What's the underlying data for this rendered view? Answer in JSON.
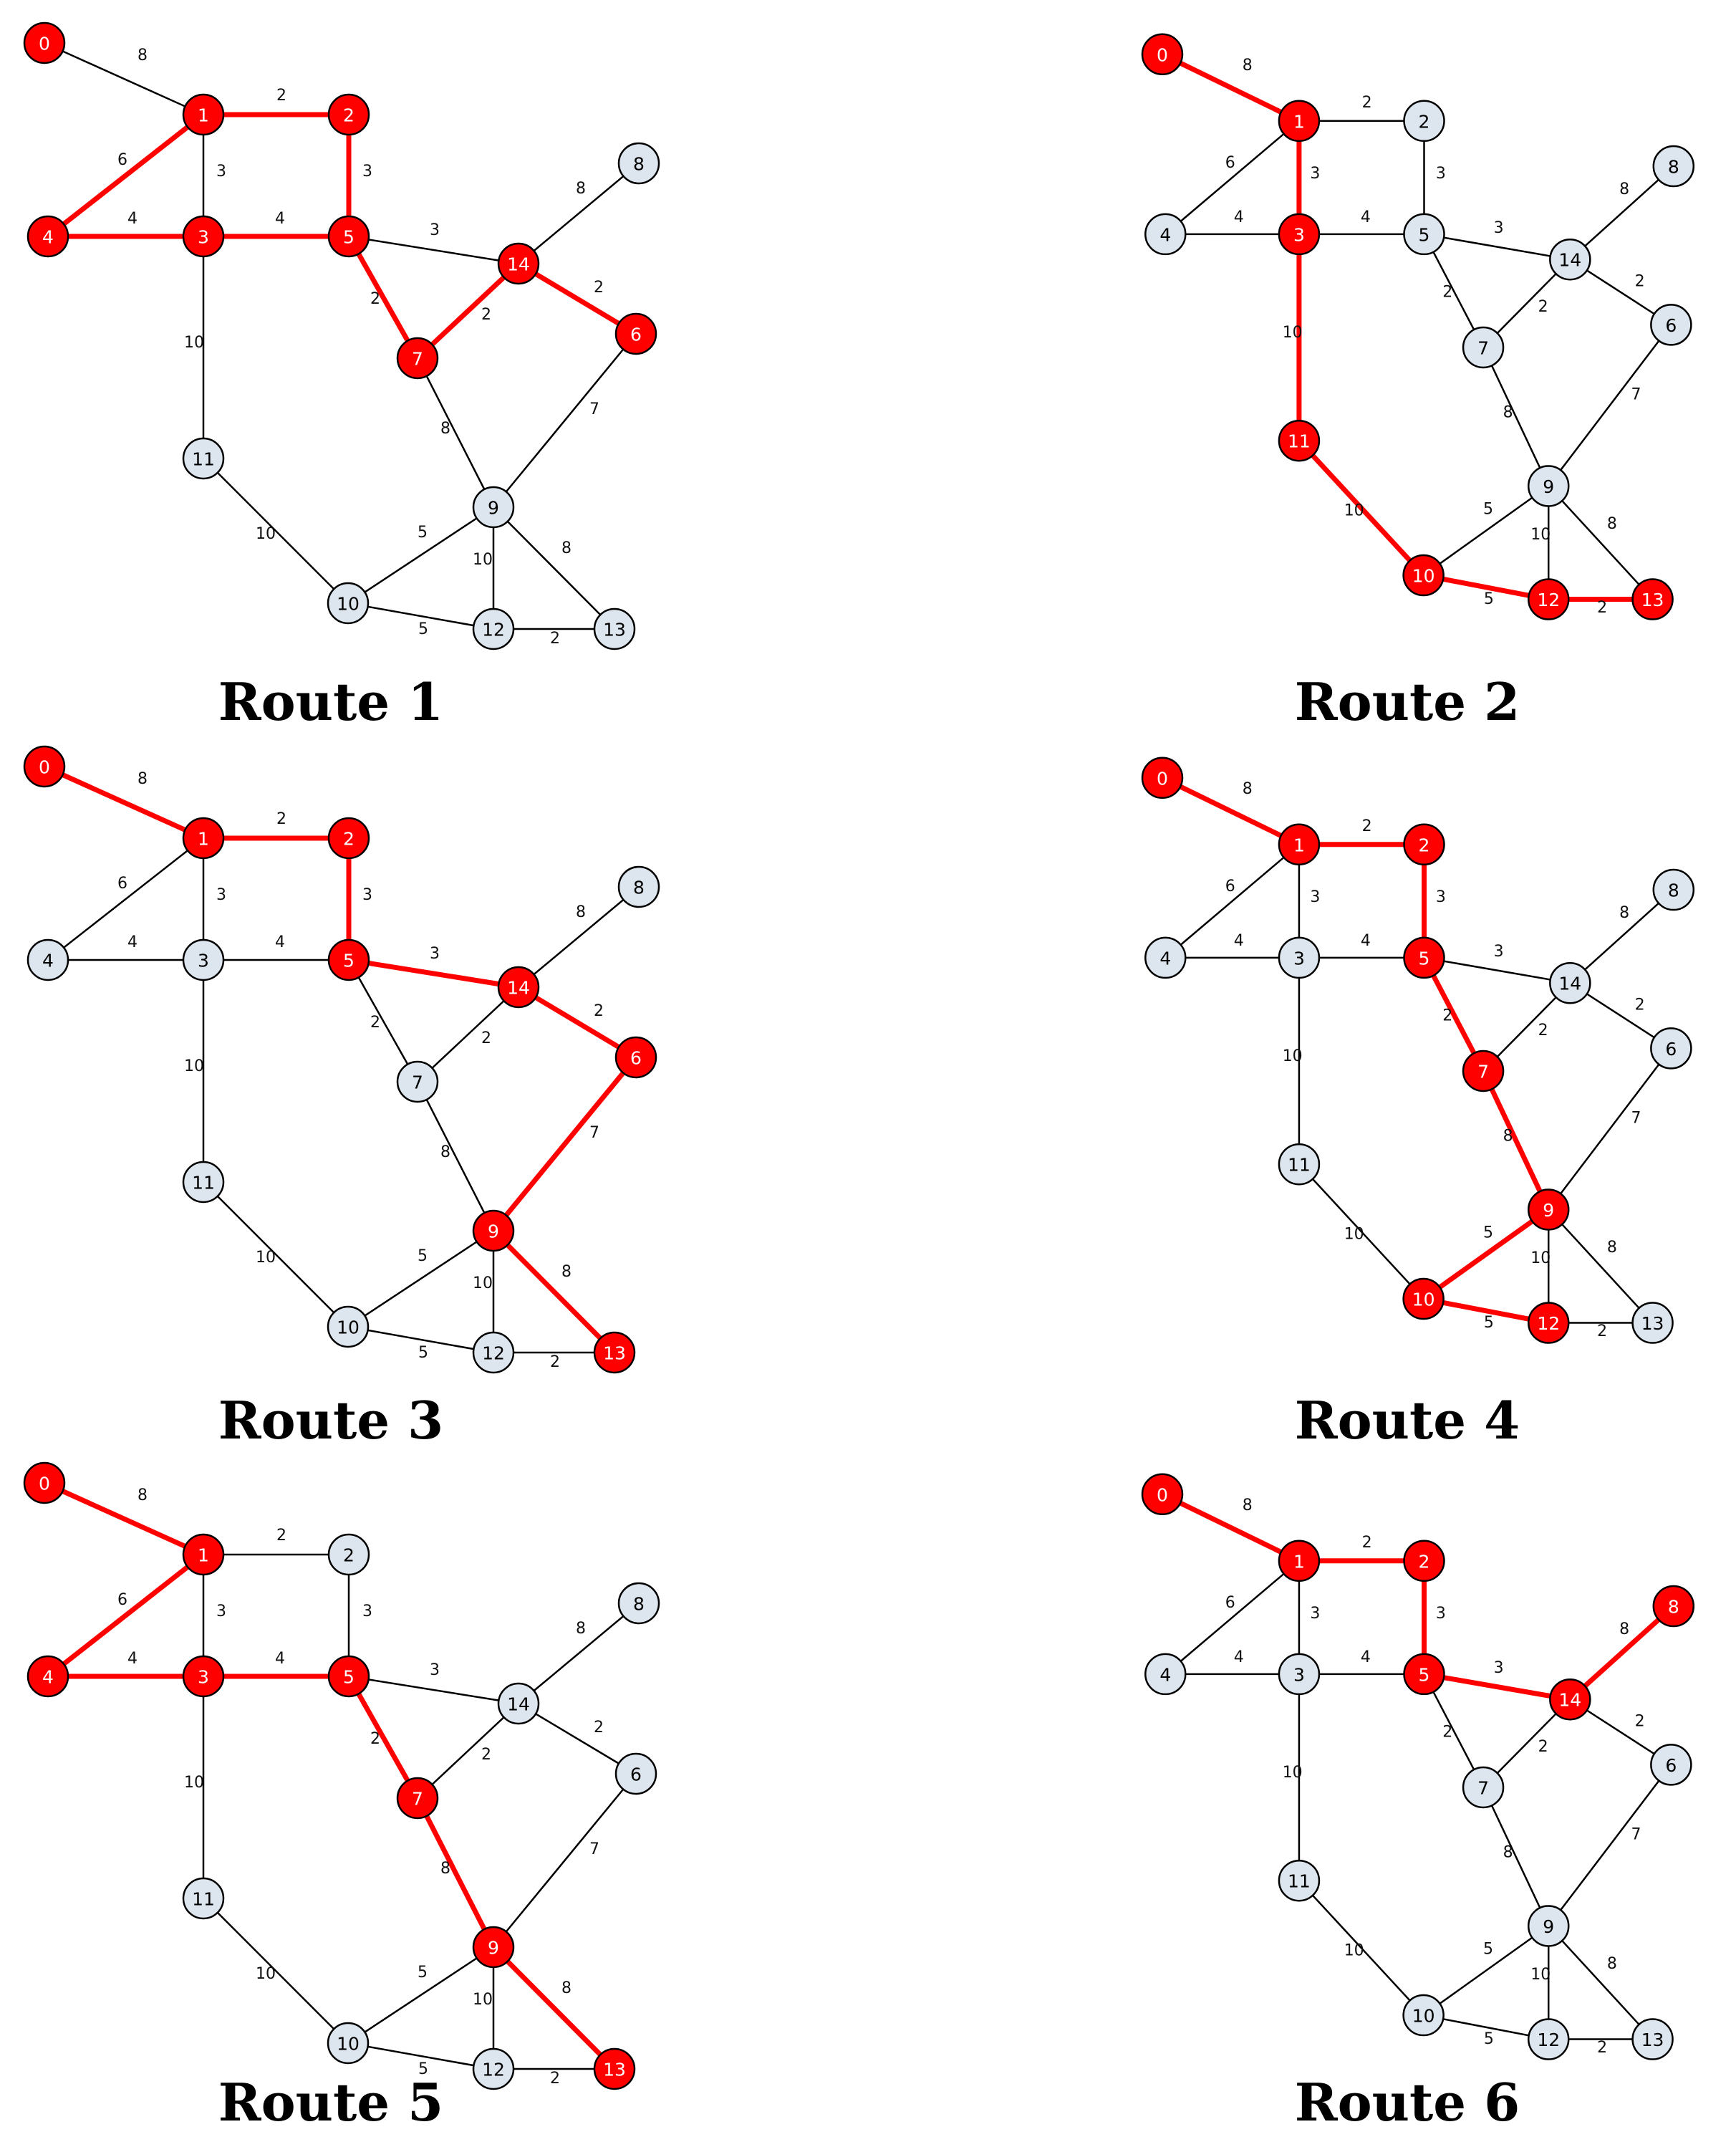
{
  "colors": {
    "highlight": "#ff0000",
    "node_default": "#dde6ee",
    "edge_default": "#000000",
    "node_text_default": "#000000",
    "node_text_highlight": "#ffffff",
    "background": "#ffffff"
  },
  "graph": {
    "nodes": [
      "0",
      "1",
      "2",
      "3",
      "4",
      "5",
      "6",
      "7",
      "8",
      "9",
      "10",
      "11",
      "12",
      "13",
      "14"
    ],
    "edges": [
      {
        "from": "0",
        "to": "1",
        "weight": "8"
      },
      {
        "from": "1",
        "to": "2",
        "weight": "2"
      },
      {
        "from": "1",
        "to": "3",
        "weight": "3"
      },
      {
        "from": "1",
        "to": "4",
        "weight": "6"
      },
      {
        "from": "2",
        "to": "5",
        "weight": "3"
      },
      {
        "from": "3",
        "to": "4",
        "weight": "4"
      },
      {
        "from": "3",
        "to": "5",
        "weight": "4"
      },
      {
        "from": "3",
        "to": "11",
        "weight": "10"
      },
      {
        "from": "5",
        "to": "14",
        "weight": "3"
      },
      {
        "from": "5",
        "to": "7",
        "weight": "2"
      },
      {
        "from": "14",
        "to": "8",
        "weight": "8"
      },
      {
        "from": "14",
        "to": "6",
        "weight": "2"
      },
      {
        "from": "14",
        "to": "7",
        "weight": "2"
      },
      {
        "from": "7",
        "to": "9",
        "weight": "8"
      },
      {
        "from": "6",
        "to": "9",
        "weight": "7"
      },
      {
        "from": "11",
        "to": "10",
        "weight": "10"
      },
      {
        "from": "9",
        "to": "10",
        "weight": "5"
      },
      {
        "from": "9",
        "to": "12",
        "weight": "10"
      },
      {
        "from": "9",
        "to": "13",
        "weight": "8"
      },
      {
        "from": "10",
        "to": "12",
        "weight": "5"
      },
      {
        "from": "12",
        "to": "13",
        "weight": "2"
      }
    ]
  },
  "routes": [
    {
      "title": "Route 1",
      "path": [
        "0",
        "1",
        "2",
        "5",
        "3",
        "4",
        "1"
      ],
      "highlight_nodes": [
        "0",
        "1",
        "2",
        "3",
        "4",
        "5",
        "7",
        "14",
        "6"
      ],
      "highlight_edges": [
        [
          "1",
          "2"
        ],
        [
          "2",
          "5"
        ],
        [
          "1",
          "4"
        ],
        [
          "3",
          "4"
        ],
        [
          "3",
          "5"
        ],
        [
          "5",
          "7"
        ],
        [
          "7",
          "14"
        ],
        [
          "14",
          "6"
        ]
      ]
    },
    {
      "title": "Route 2",
      "highlight_nodes": [
        "0",
        "1",
        "3",
        "11",
        "10",
        "12",
        "13"
      ],
      "highlight_edges": [
        [
          "0",
          "1"
        ],
        [
          "1",
          "3"
        ],
        [
          "3",
          "11"
        ],
        [
          "11",
          "10"
        ],
        [
          "10",
          "12"
        ],
        [
          "12",
          "13"
        ]
      ]
    },
    {
      "title": "Route 3",
      "highlight_nodes": [
        "0",
        "1",
        "2",
        "5",
        "14",
        "6",
        "9",
        "13"
      ],
      "highlight_edges": [
        [
          "0",
          "1"
        ],
        [
          "1",
          "2"
        ],
        [
          "2",
          "5"
        ],
        [
          "5",
          "14"
        ],
        [
          "14",
          "6"
        ],
        [
          "6",
          "9"
        ],
        [
          "9",
          "13"
        ]
      ]
    },
    {
      "title": "Route 4",
      "highlight_nodes": [
        "0",
        "1",
        "2",
        "5",
        "7",
        "9",
        "10",
        "12"
      ],
      "highlight_edges": [
        [
          "0",
          "1"
        ],
        [
          "1",
          "2"
        ],
        [
          "2",
          "5"
        ],
        [
          "5",
          "7"
        ],
        [
          "7",
          "9"
        ],
        [
          "9",
          "10"
        ],
        [
          "10",
          "12"
        ]
      ]
    },
    {
      "title": "Route 5",
      "highlight_nodes": [
        "0",
        "1",
        "4",
        "3",
        "5",
        "7",
        "9",
        "13"
      ],
      "highlight_edges": [
        [
          "0",
          "1"
        ],
        [
          "1",
          "4"
        ],
        [
          "4",
          "3"
        ],
        [
          "3",
          "5"
        ],
        [
          "5",
          "7"
        ],
        [
          "7",
          "9"
        ],
        [
          "9",
          "13"
        ]
      ]
    },
    {
      "title": "Route 6",
      "highlight_nodes": [
        "0",
        "1",
        "2",
        "5",
        "14",
        "8"
      ],
      "highlight_edges": [
        [
          "0",
          "1"
        ],
        [
          "1",
          "2"
        ],
        [
          "2",
          "5"
        ],
        [
          "5",
          "14"
        ],
        [
          "14",
          "8"
        ]
      ]
    }
  ]
}
